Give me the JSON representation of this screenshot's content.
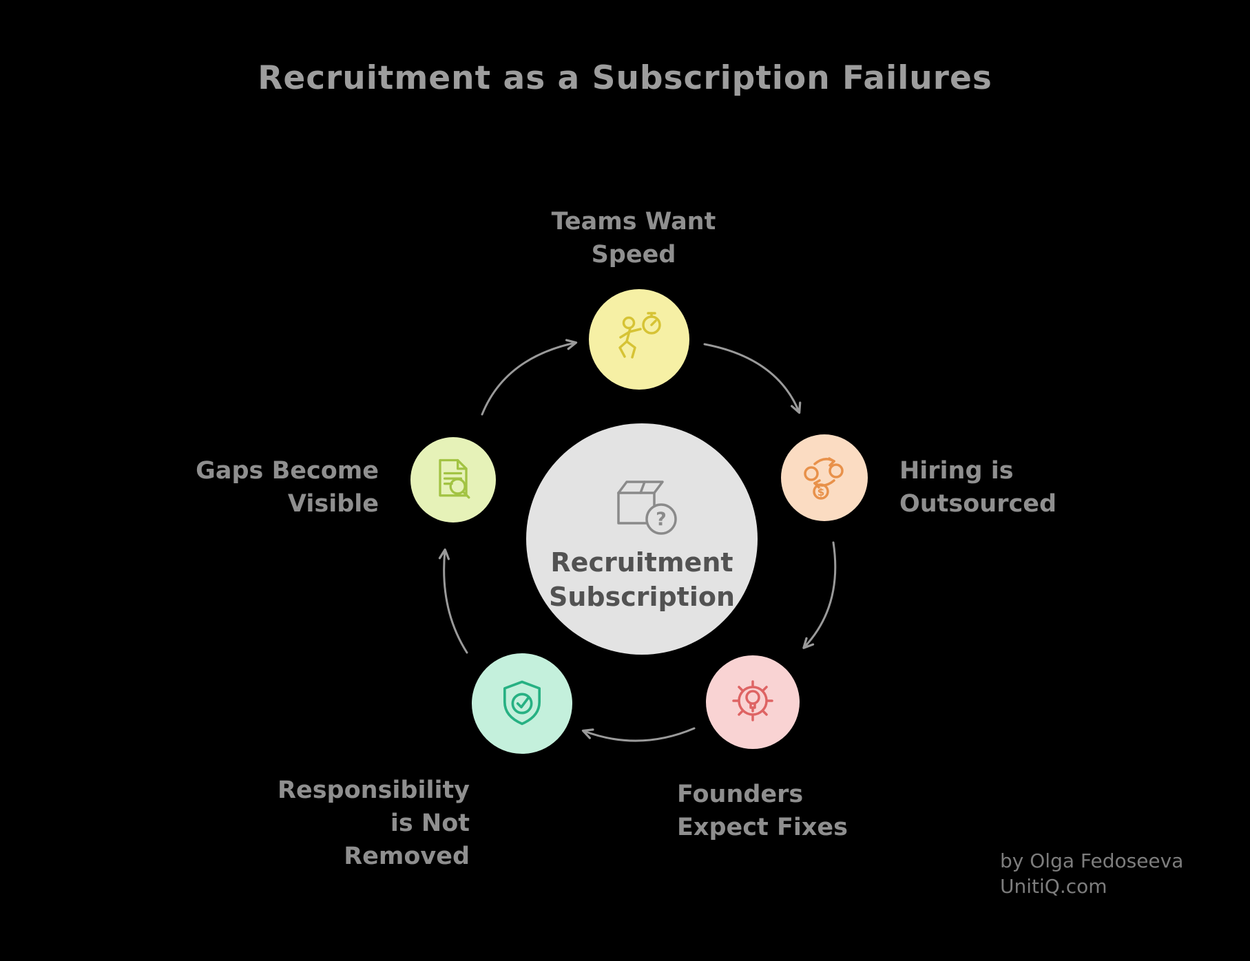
{
  "title": "Recruitment as a Subscription Failures",
  "center": {
    "label": "Recruitment\nSubscription",
    "icon": "package-question-icon"
  },
  "nodes": [
    {
      "id": "teams-want-speed",
      "label": "Teams Want\nSpeed",
      "icon": "runner-stopwatch-icon",
      "circle_color": "#f6f0a5",
      "icon_color": "#d6c335"
    },
    {
      "id": "hiring-is-outsourced",
      "label": "Hiring is\nOutsourced",
      "icon": "people-exchange-dollar-icon",
      "circle_color": "#fbdcc2",
      "icon_color": "#e8914a"
    },
    {
      "id": "founders-expect-fixes",
      "label": "Founders\nExpect Fixes",
      "icon": "gear-lightbulb-icon",
      "circle_color": "#f9d3d3",
      "icon_color": "#de6464"
    },
    {
      "id": "responsibility-not-removed",
      "label": "Responsibility\nis Not\nRemoved",
      "icon": "shield-check-icon",
      "circle_color": "#c4f0dc",
      "icon_color": "#27b183"
    },
    {
      "id": "gaps-become-visible",
      "label": "Gaps Become\nVisible",
      "icon": "document-search-icon",
      "circle_color": "#e6f2b8",
      "icon_color": "#a2c343"
    }
  ],
  "flow": [
    "teams-want-speed",
    "hiring-is-outsourced",
    "founders-expect-fixes",
    "responsibility-not-removed",
    "gaps-become-visible"
  ],
  "attribution": {
    "line1": "by Olga Fedoseeva",
    "line2": "UnitiQ.com"
  },
  "colors": {
    "background": "#000000",
    "title_text": "#9d9d9d",
    "label_text": "#8f8f8f",
    "arrow": "#9a9a9a",
    "center_fill": "#e3e3e3",
    "center_text": "#525252",
    "attribution_text": "#7d7d7d"
  }
}
